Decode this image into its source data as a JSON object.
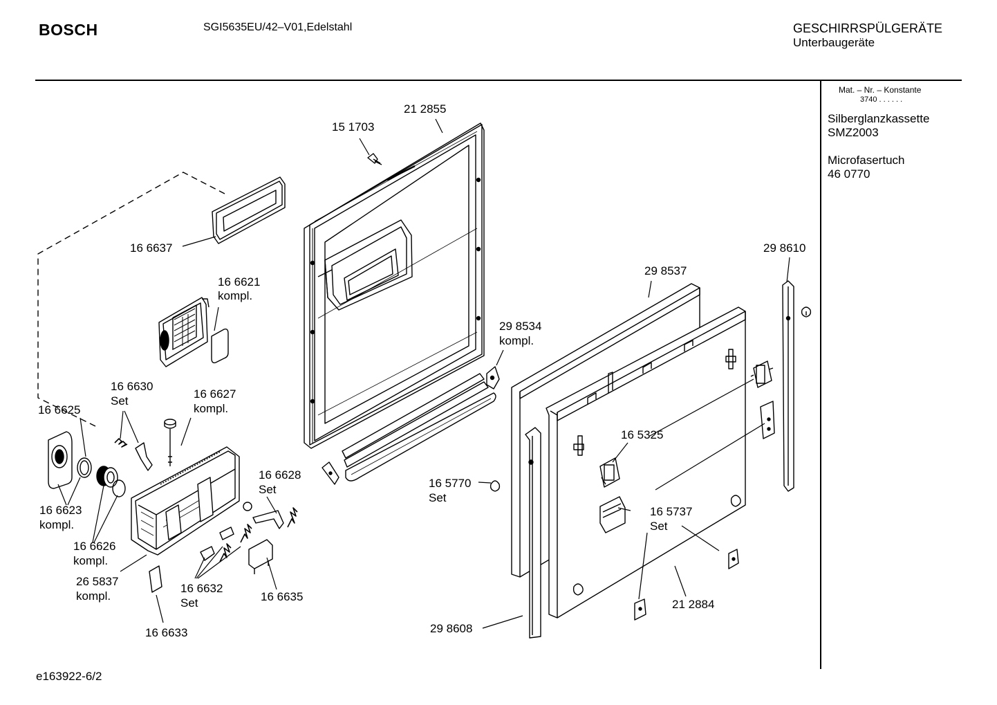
{
  "header": {
    "brand": "BOSCH",
    "model": "SGI5635EU/42–V01,Edelstahl",
    "category_line1": "GESCHIRRSPÜLGERÄTE",
    "category_line2": "Unterbaugeräte"
  },
  "sidebar": {
    "mat_header": "Mat. – Nr. – Konstante",
    "mat_constant": "3740  .  .  .  .  .  .",
    "accessories": [
      {
        "name": "Silberglanzkassette",
        "number": "SMZ2003"
      },
      {
        "name": "Microfasertuch",
        "number": "46 0770"
      }
    ]
  },
  "parts": [
    {
      "id": "p212855",
      "line1": "21 2855",
      "line2": ""
    },
    {
      "id": "p151703",
      "line1": "15 1703",
      "line2": ""
    },
    {
      "id": "p166637",
      "line1": "16 6637",
      "line2": ""
    },
    {
      "id": "p166621",
      "line1": "16 6621",
      "line2": "kompl."
    },
    {
      "id": "p298610",
      "line1": "29 8610",
      "line2": ""
    },
    {
      "id": "p298537",
      "line1": "29 8537",
      "line2": ""
    },
    {
      "id": "p298534",
      "line1": "29 8534",
      "line2": "kompl."
    },
    {
      "id": "p166630",
      "line1": "16 6630",
      "line2": "Set"
    },
    {
      "id": "p166627",
      "line1": "16 6627",
      "line2": "kompl."
    },
    {
      "id": "p166625",
      "line1": "16 6625",
      "line2": ""
    },
    {
      "id": "p165325",
      "line1": "16 5325",
      "line2": ""
    },
    {
      "id": "p166628",
      "line1": "16 6628",
      "line2": "Set"
    },
    {
      "id": "p165770",
      "line1": "16 5770",
      "line2": "Set"
    },
    {
      "id": "p166623",
      "line1": "16 6623",
      "line2": "kompl."
    },
    {
      "id": "p165737",
      "line1": "16 5737",
      "line2": "Set"
    },
    {
      "id": "p166626",
      "line1": "16 6626",
      "line2": "kompl."
    },
    {
      "id": "p265837",
      "line1": "26 5837",
      "line2": "kompl."
    },
    {
      "id": "p166632",
      "line1": "16 6632",
      "line2": "Set"
    },
    {
      "id": "p166635",
      "line1": "16 6635",
      "line2": ""
    },
    {
      "id": "p212884",
      "line1": "21 2884",
      "line2": ""
    },
    {
      "id": "p298608",
      "line1": "29 8608",
      "line2": ""
    },
    {
      "id": "p166633",
      "line1": "16 6633",
      "line2": ""
    }
  ],
  "footer": {
    "code": "e163922-6/2"
  }
}
